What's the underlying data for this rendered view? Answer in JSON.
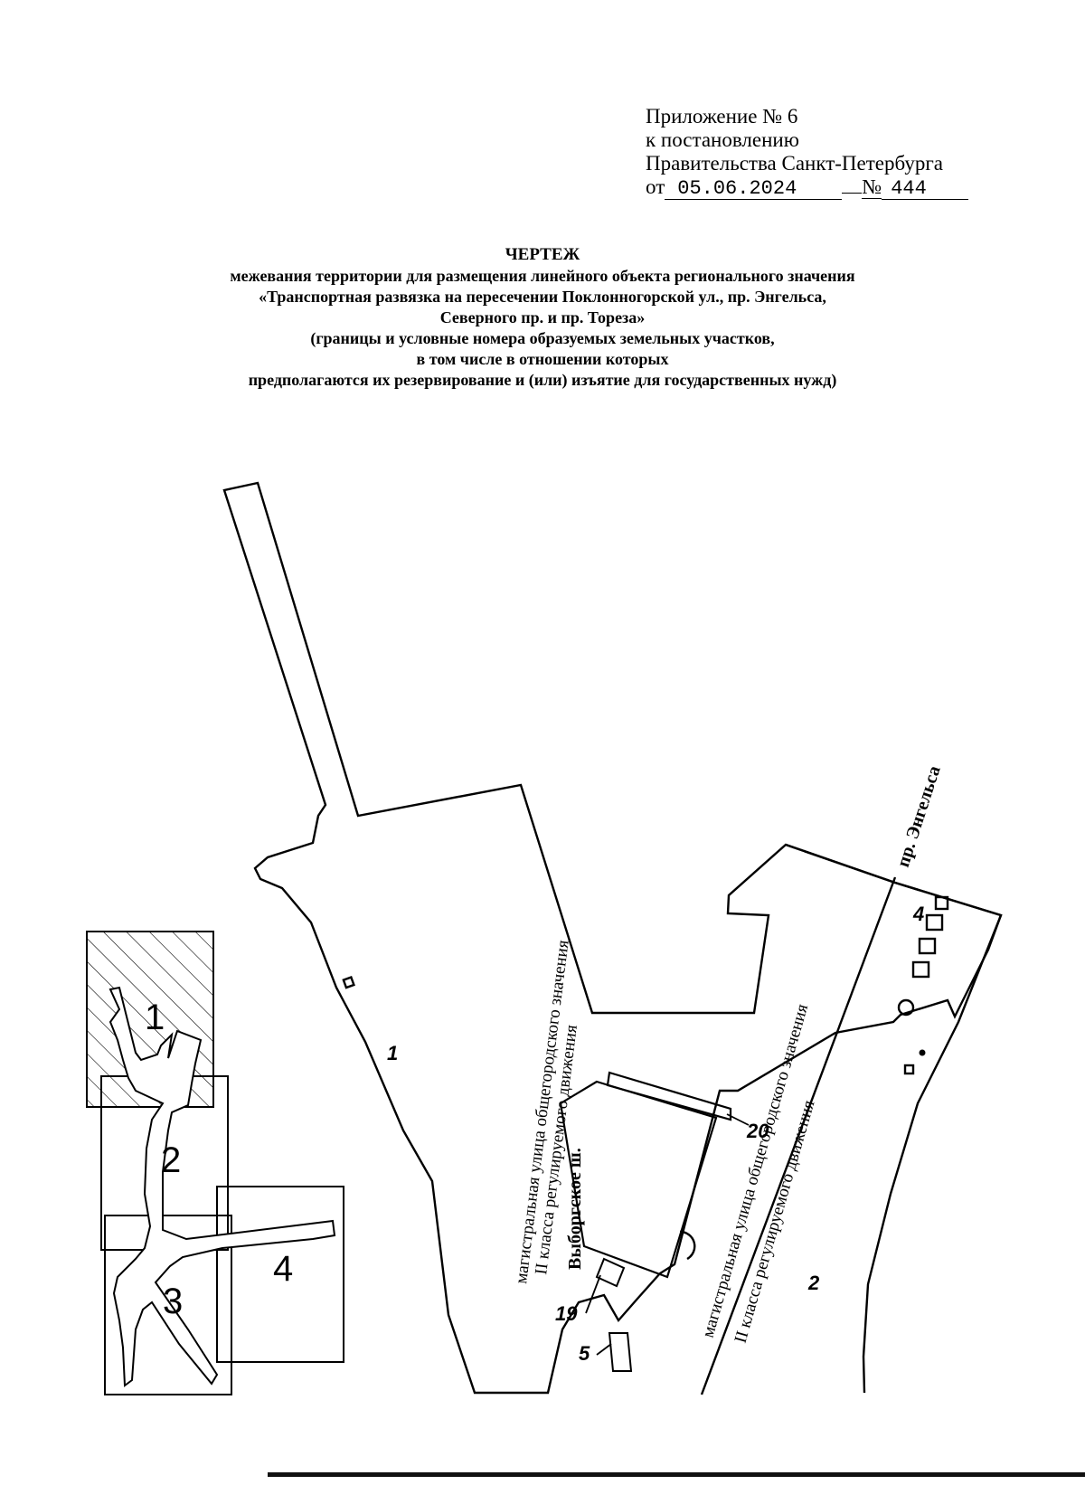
{
  "appendix": {
    "line1": "Приложение № 6",
    "line2": "к постановлению",
    "line3": "Правительства Санкт-Петербурга",
    "date_prefix": "от",
    "date": "05.06.2024",
    "number_prefix": "№",
    "number": "444"
  },
  "heading": {
    "title": "ЧЕРТЕЖ",
    "lines": [
      "межевания территории для размещения линейного объекта  регионального значения",
      "«Транспортная развязка на пересечении Поклонногорской ул., пр. Энгельса,",
      "Северного пр. и пр. Тореза»",
      "(границы и условные номера образуемых земельных участков,",
      "в том числе в отношении которых",
      "предполагаются их резервирование и (или) изъятие для государственных нужд)"
    ]
  },
  "map": {
    "streets": {
      "engelsa": "пр. Энгельса",
      "vyborgskoe": "Выборгское ш."
    },
    "road_class": {
      "left_line1": "магистральная  улица общегородского значения",
      "left_line2": "II класса регулируемого движения",
      "right_line1": "магистральная  улица общегородского значения",
      "right_line2": "II класса регулируемого движения"
    },
    "parcel_labels": {
      "p1": "1",
      "p2": "2",
      "p4": "4",
      "p5": "5",
      "p19": "19",
      "p20": "20"
    },
    "index_sheets": [
      "1",
      "2",
      "3",
      "4"
    ]
  }
}
